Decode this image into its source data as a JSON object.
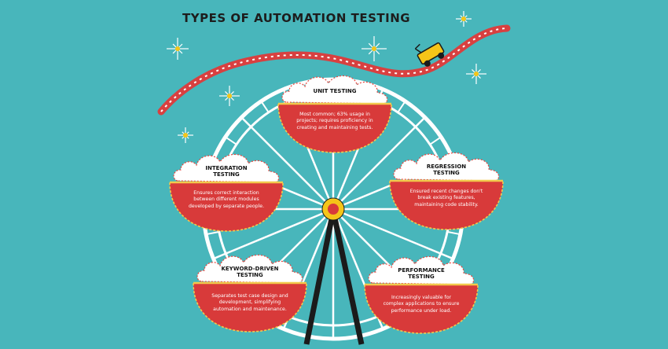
{
  "title": "TYPES OF AUTOMATION TESTING",
  "colors": {
    "background": "#48b6bb",
    "basket_red": "#d83a3a",
    "outline_yellow": "#f2c94c",
    "frame_white": "#ffffff",
    "stand_black": "#1b1b1b",
    "hub_yellow": "#f5c518",
    "track_red": "#d84040"
  },
  "cards": [
    {
      "id": "unit",
      "label_lines": [
        "UNIT TESTING"
      ],
      "description_lines": [
        "Most common; 63% usage in",
        "projects; requires proficiency in",
        "creating and maintaining tests."
      ]
    },
    {
      "id": "integration",
      "label_lines": [
        "INTEGRATION",
        "TESTING"
      ],
      "description_lines": [
        "Ensures correct interaction",
        "between different modules",
        "developed by separate people."
      ]
    },
    {
      "id": "regression",
      "label_lines": [
        "REGRESSION",
        "TESTING"
      ],
      "description_lines": [
        "Ensured recent changes don't",
        "break existing features,",
        "maintaining code stability."
      ]
    },
    {
      "id": "keyword",
      "label_lines": [
        "KEYWORD-DRIVEN",
        "TESTING"
      ],
      "description_lines": [
        "Separates test case design and",
        "development, simplifying",
        "automation and maintenance."
      ]
    },
    {
      "id": "performance",
      "label_lines": [
        "PERFORMANCE",
        "TESTING"
      ],
      "description_lines": [
        "Increasingly valuable for",
        "complex applications to ensure",
        "performance under load."
      ]
    }
  ]
}
